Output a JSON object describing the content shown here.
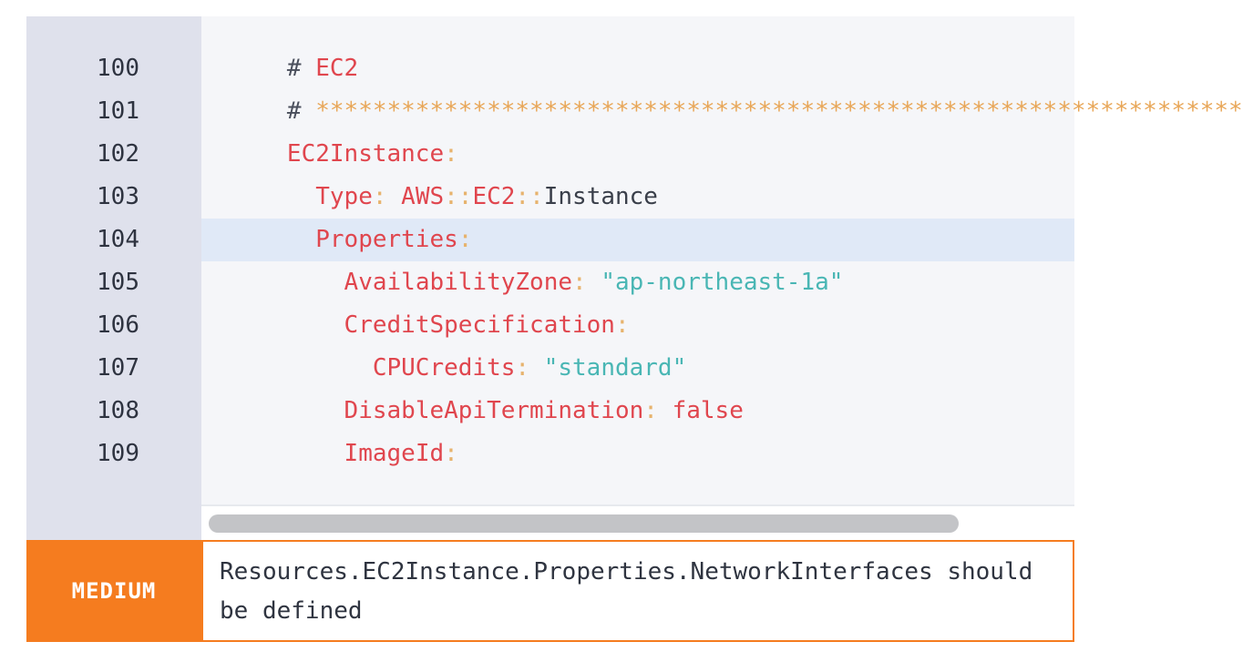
{
  "editor": {
    "lines": [
      {
        "number": "100",
        "indent": "    ",
        "tokens": [
          {
            "text": "# ",
            "type": "t-comment"
          },
          {
            "text": "EC2",
            "type": "t-comment-text"
          }
        ]
      },
      {
        "number": "101",
        "indent": "    ",
        "tokens": [
          {
            "text": "# ",
            "type": "t-comment"
          },
          {
            "text": "*****************************************************************",
            "type": "t-stars"
          }
        ]
      },
      {
        "number": "102",
        "indent": "    ",
        "tokens": [
          {
            "text": "EC2Instance",
            "type": "t-key"
          },
          {
            "text": ":",
            "type": "t-punct"
          }
        ]
      },
      {
        "number": "103",
        "indent": "      ",
        "tokens": [
          {
            "text": "Type",
            "type": "t-key"
          },
          {
            "text": ": ",
            "type": "t-punct"
          },
          {
            "text": "AWS",
            "type": "t-key"
          },
          {
            "text": "::",
            "type": "t-sep"
          },
          {
            "text": "EC2",
            "type": "t-key"
          },
          {
            "text": "::",
            "type": "t-sep"
          },
          {
            "text": "Instance",
            "type": "t-plain"
          }
        ]
      },
      {
        "number": "104",
        "indent": "      ",
        "highlight": true,
        "tokens": [
          {
            "text": "Properties",
            "type": "t-key"
          },
          {
            "text": ":",
            "type": "t-punct"
          }
        ]
      },
      {
        "number": "105",
        "indent": "        ",
        "tokens": [
          {
            "text": "AvailabilityZone",
            "type": "t-key"
          },
          {
            "text": ": ",
            "type": "t-punct"
          },
          {
            "text": "\"ap-northeast-1a\"",
            "type": "t-string"
          }
        ]
      },
      {
        "number": "106",
        "indent": "        ",
        "tokens": [
          {
            "text": "CreditSpecification",
            "type": "t-key"
          },
          {
            "text": ":",
            "type": "t-punct"
          }
        ]
      },
      {
        "number": "107",
        "indent": "          ",
        "tokens": [
          {
            "text": "CPUCredits",
            "type": "t-key"
          },
          {
            "text": ": ",
            "type": "t-punct"
          },
          {
            "text": "\"standard\"",
            "type": "t-string"
          }
        ]
      },
      {
        "number": "108",
        "indent": "        ",
        "tokens": [
          {
            "text": "DisableApiTermination",
            "type": "t-key"
          },
          {
            "text": ": ",
            "type": "t-punct"
          },
          {
            "text": "false",
            "type": "t-bool"
          }
        ]
      },
      {
        "number": "109",
        "indent": "        ",
        "tokens": [
          {
            "text": "ImageId",
            "type": "t-key"
          },
          {
            "text": ":",
            "type": "t-punct"
          }
        ]
      }
    ]
  },
  "issue": {
    "severity": "MEDIUM",
    "message": "Resources.EC2Instance.Properties.NetworkInterfaces should be defined"
  },
  "colors": {
    "severity_medium": "#f57c1f",
    "key": "#e0464e",
    "string": "#49b6b4",
    "stars": "#e8a657",
    "gutter": "#dfe1ec",
    "highlight_line": "#e0e9f7"
  }
}
